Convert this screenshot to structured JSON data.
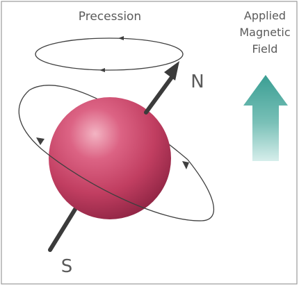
{
  "labels": {
    "precession": "Precession",
    "north": "N",
    "south": "S",
    "field_line1": "Applied",
    "field_line2": "Magnetic",
    "field_line3": "Field"
  },
  "colors": {
    "sphere_main": "#c94668",
    "sphere_highlight": "#f0a3b6",
    "sphere_shadow": "#8a1f3f",
    "axis": "#3b3b3b",
    "orbit": "#3f3f3f",
    "field_arrow_top": "#3a9e93",
    "field_arrow_bottom": "#d3ece9",
    "text": "#5a5a5a",
    "frame": "#9a9a9a"
  }
}
